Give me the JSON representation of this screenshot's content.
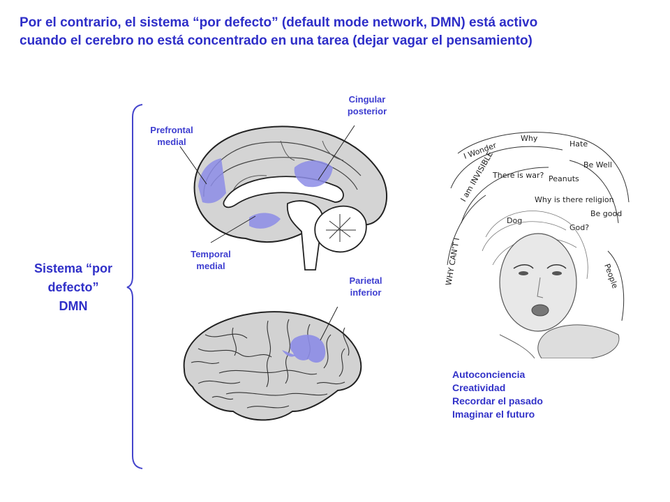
{
  "title": {
    "line1": "Por el contrario, el sistema “por defecto” (default mode network, DMN) está activo",
    "line2": "cuando el cerebro no está concentrado en una tarea (dejar vagar el pensamiento)"
  },
  "labels": {
    "cingular": [
      "Cingular",
      "posterior"
    ],
    "prefrontal": [
      "Prefrontal",
      "medial"
    ],
    "temporal": [
      "Temporal",
      "medial"
    ],
    "parietal": [
      "Parietal",
      "inferior"
    ]
  },
  "dmn": [
    "Sistema “por",
    "defecto”",
    "DMN"
  ],
  "list": [
    "Autoconciencia",
    "Creatividad",
    "Recordar el pasado",
    "Imaginar el futuro"
  ],
  "colors": {
    "text": "#3232c8",
    "highlight": "#8c8ce6",
    "brain": "#d2d2d2"
  },
  "icons": [
    "medial-brain-icon",
    "lateral-brain-icon",
    "woman-thinking-illustration",
    "curly-brace-icon"
  ]
}
